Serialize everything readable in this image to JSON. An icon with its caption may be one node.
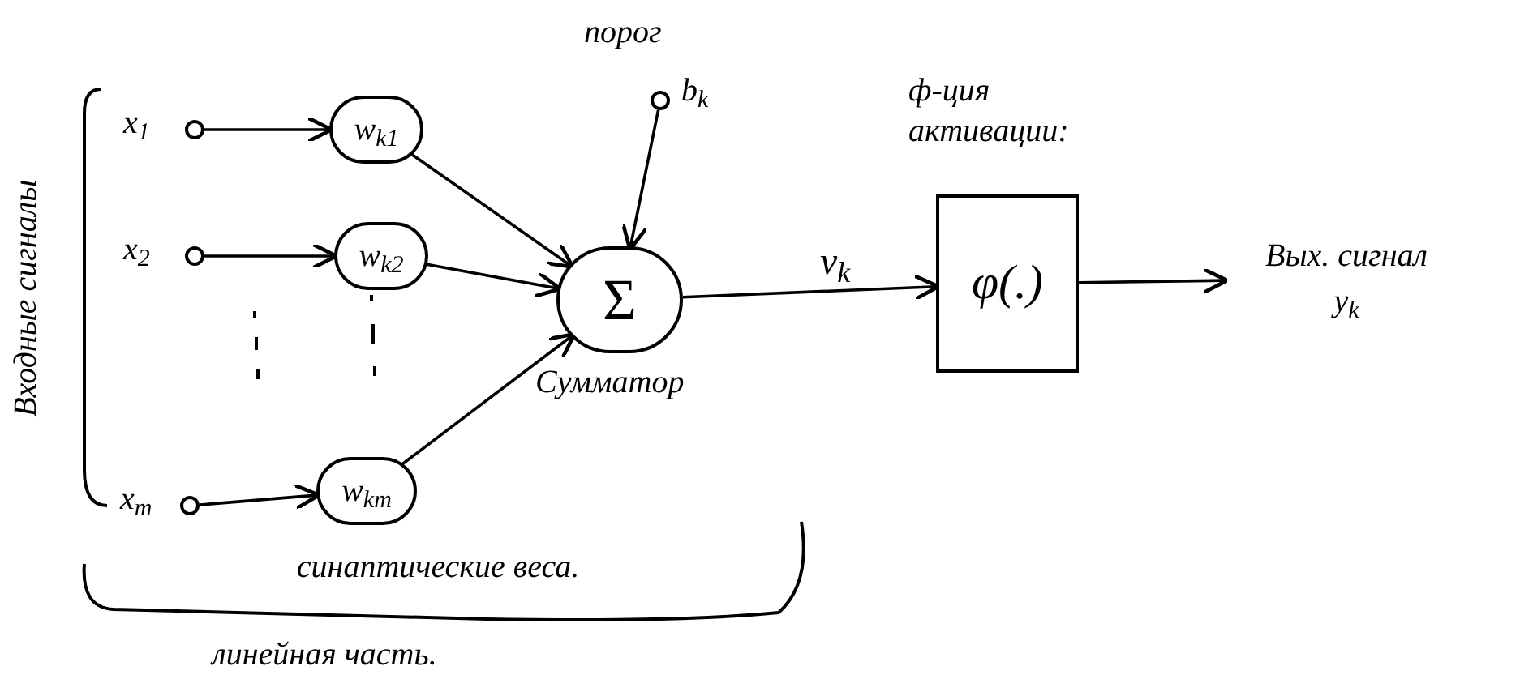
{
  "diagram": {
    "nodes": [
      {
        "text": [],
        "shape": "circle",
        "beside": [
          "x$_{1}$"
        ]
      },
      {
        "text": [],
        "shape": "circle",
        "beside": [
          "x$_{2}$"
        ]
      },
      {
        "text": [],
        "shape": "circle",
        "beside": [
          "x$_{m}$"
        ]
      },
      {
        "text": [
          "w$_{k1}$"
        ]
      },
      {
        "text": [
          "w$_{k2}$"
        ]
      },
      {
        "text": [
          "w$_{km}$"
        ]
      },
      {
        "text": [],
        "shape": "circle",
        "beside": [
          "порог",
          "b$_{k}$"
        ]
      },
      {
        "text": [
          "Σ"
        ],
        "beside": [
          "Сумматор"
        ]
      },
      {
        "text": [
          "φ(.)"
        ],
        "beside": [
          "ф-ция активации:"
        ]
      },
      {
        "text": [
          "Вых. сигнал",
          "y$_{k}$"
        ]
      }
    ],
    "edges": [
      {
        "from": 0,
        "to": 3,
        "arrow": "to"
      },
      {
        "from": 1,
        "to": 4,
        "arrow": "to"
      },
      {
        "from": 2,
        "to": 5,
        "arrow": "to"
      },
      {
        "from": 3,
        "to": 7,
        "arrow": "to"
      },
      {
        "from": 4,
        "to": 7,
        "arrow": "to"
      },
      {
        "from": 5,
        "to": 7,
        "arrow": "to"
      },
      {
        "from": 6,
        "to": 7,
        "arrow": "to"
      },
      {
        "from": 7,
        "to": 8,
        "arrow": "to",
        "label": "v$_{k}$"
      },
      {
        "from": 8,
        "to": 9,
        "arrow": "to"
      }
    ],
    "labels": [
      "Входные сигналы",
      "синаптические веса.",
      "линейная часть."
    ]
  }
}
